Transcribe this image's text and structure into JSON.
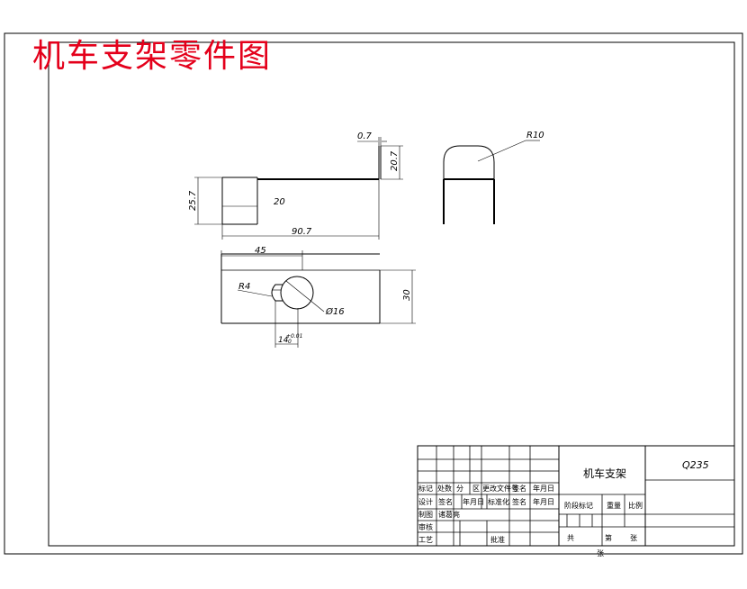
{
  "drawing_title": "机车支架零件图",
  "colors": {
    "title": "#e4001b",
    "line": "#000000",
    "paper": "#ffffff"
  },
  "dimensions": {
    "top_gap": "0.7",
    "top_height": "20.7",
    "left_height": "25.7",
    "inner_width": "20",
    "total_length": "90.7",
    "radius_top": "R10",
    "slot_offset": "45",
    "small_radius": "R4",
    "hole_dia": "Ø16",
    "slot_width": "14",
    "slot_tolerance": "+0.01",
    "slot_tol_zero": "0",
    "part_width": "30"
  },
  "title_block": {
    "part_name": "机车支架",
    "material": "Q235",
    "row_labels": [
      "标记",
      "处数",
      "分",
      "区",
      "更改文件号",
      "签名",
      "年月日"
    ],
    "row2_labels": [
      "设计",
      "签名",
      "年月日",
      "标准化",
      "签名",
      "年月日"
    ],
    "row3_labels": [
      "制图",
      "诸葛亮"
    ],
    "reviewer_label": "审核",
    "process_label": "工艺",
    "approve_label": "批准",
    "stage_label": "阶段标记",
    "weight_label": "重量",
    "scale_label": "比例",
    "total_label": "共",
    "sheet_label": "张",
    "page_label": "第",
    "page_unit": "张"
  }
}
